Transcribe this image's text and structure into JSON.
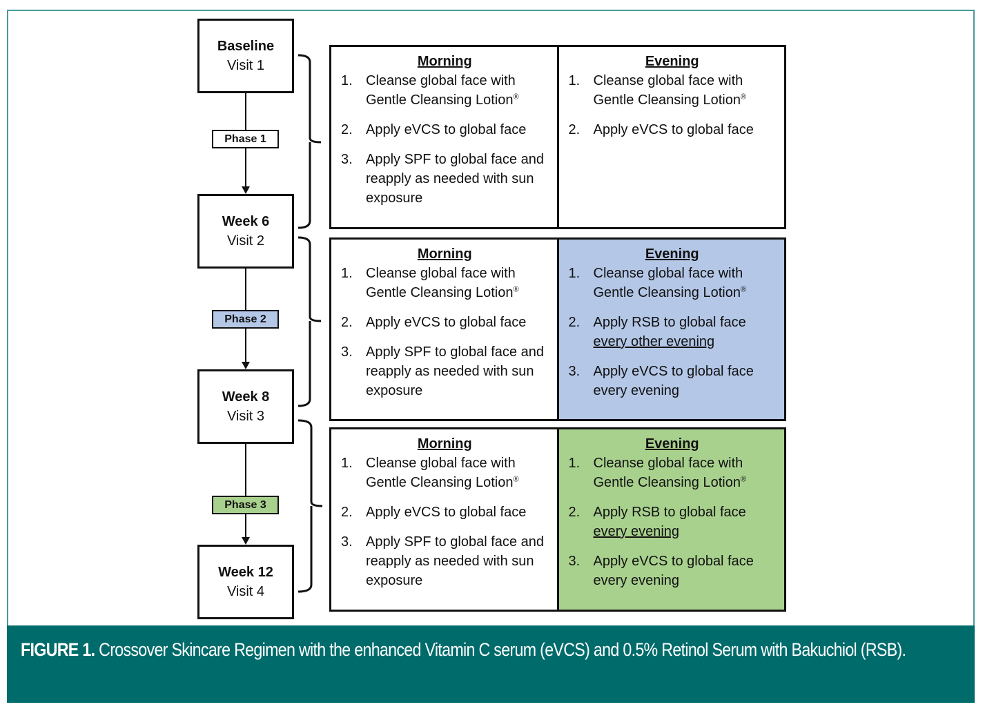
{
  "colors": {
    "caption_bg": "#006b6b",
    "frame_border": "#4a9a9a",
    "phase1_fill": "#ffffff",
    "phase2_fill": "#b4c7e7",
    "phase3_fill": "#a9d18e"
  },
  "visits": [
    {
      "title": "Baseline",
      "subtitle": "Visit 1"
    },
    {
      "title": "Week 6",
      "subtitle": "Visit 2"
    },
    {
      "title": "Week 8",
      "subtitle": "Visit 3"
    },
    {
      "title": "Week 12",
      "subtitle": "Visit 4"
    }
  ],
  "phases": [
    {
      "label": "Phase 1"
    },
    {
      "label": "Phase 2"
    },
    {
      "label": "Phase 3"
    }
  ],
  "regimens": [
    {
      "morning": {
        "title": "Morning",
        "steps": [
          {
            "num": "1.",
            "text": "Cleanse global face with Gentle Cleansing Lotion",
            "mark": "®"
          },
          {
            "num": "2.",
            "text": "Apply eVCS to global face"
          },
          {
            "num": "3.",
            "text": "Apply SPF to global face and reapply as needed with sun exposure"
          }
        ]
      },
      "evening": {
        "title": "Evening",
        "steps": [
          {
            "num": "1.",
            "text": "Cleanse global face with Gentle Cleansing Lotion",
            "mark": "®"
          },
          {
            "num": "2.",
            "text": "Apply eVCS to global face"
          }
        ]
      }
    },
    {
      "morning": {
        "title": "Morning",
        "steps": [
          {
            "num": "1.",
            "text": "Cleanse global face with Gentle Cleansing Lotion",
            "mark": "®"
          },
          {
            "num": "2.",
            "text": "Apply eVCS to global face"
          },
          {
            "num": "3.",
            "text": "Apply SPF to global face and reapply as needed with sun exposure"
          }
        ]
      },
      "evening": {
        "title": "Evening",
        "steps": [
          {
            "num": "1.",
            "text": "Cleanse global face with Gentle Cleansing Lotion",
            "mark": "®"
          },
          {
            "num": "2.",
            "text": "Apply RSB to global face",
            "underlined": "every other evening"
          },
          {
            "num": "3.",
            "text": "Apply eVCS to global face every evening"
          }
        ]
      }
    },
    {
      "morning": {
        "title": "Morning",
        "steps": [
          {
            "num": "1.",
            "text": "Cleanse global face with Gentle Cleansing Lotion",
            "mark": "®"
          },
          {
            "num": "2.",
            "text": "Apply eVCS to global face"
          },
          {
            "num": "3.",
            "text": "Apply SPF to global face and reapply as needed with sun exposure"
          }
        ]
      },
      "evening": {
        "title": "Evening",
        "steps": [
          {
            "num": "1.",
            "text": "Cleanse global face with Gentle Cleansing Lotion",
            "mark": "®"
          },
          {
            "num": "2.",
            "text": "Apply RSB to global face",
            "underlined": "every evening"
          },
          {
            "num": "3.",
            "text": "Apply eVCS to global face every evening"
          }
        ]
      }
    }
  ],
  "caption": {
    "label": "FIGURE 1.",
    "text": " Crossover Skincare Regimen with the enhanced Vitamin C serum (eVCS) and 0.5% Retinol Serum with Bakuchiol (RSB)."
  }
}
